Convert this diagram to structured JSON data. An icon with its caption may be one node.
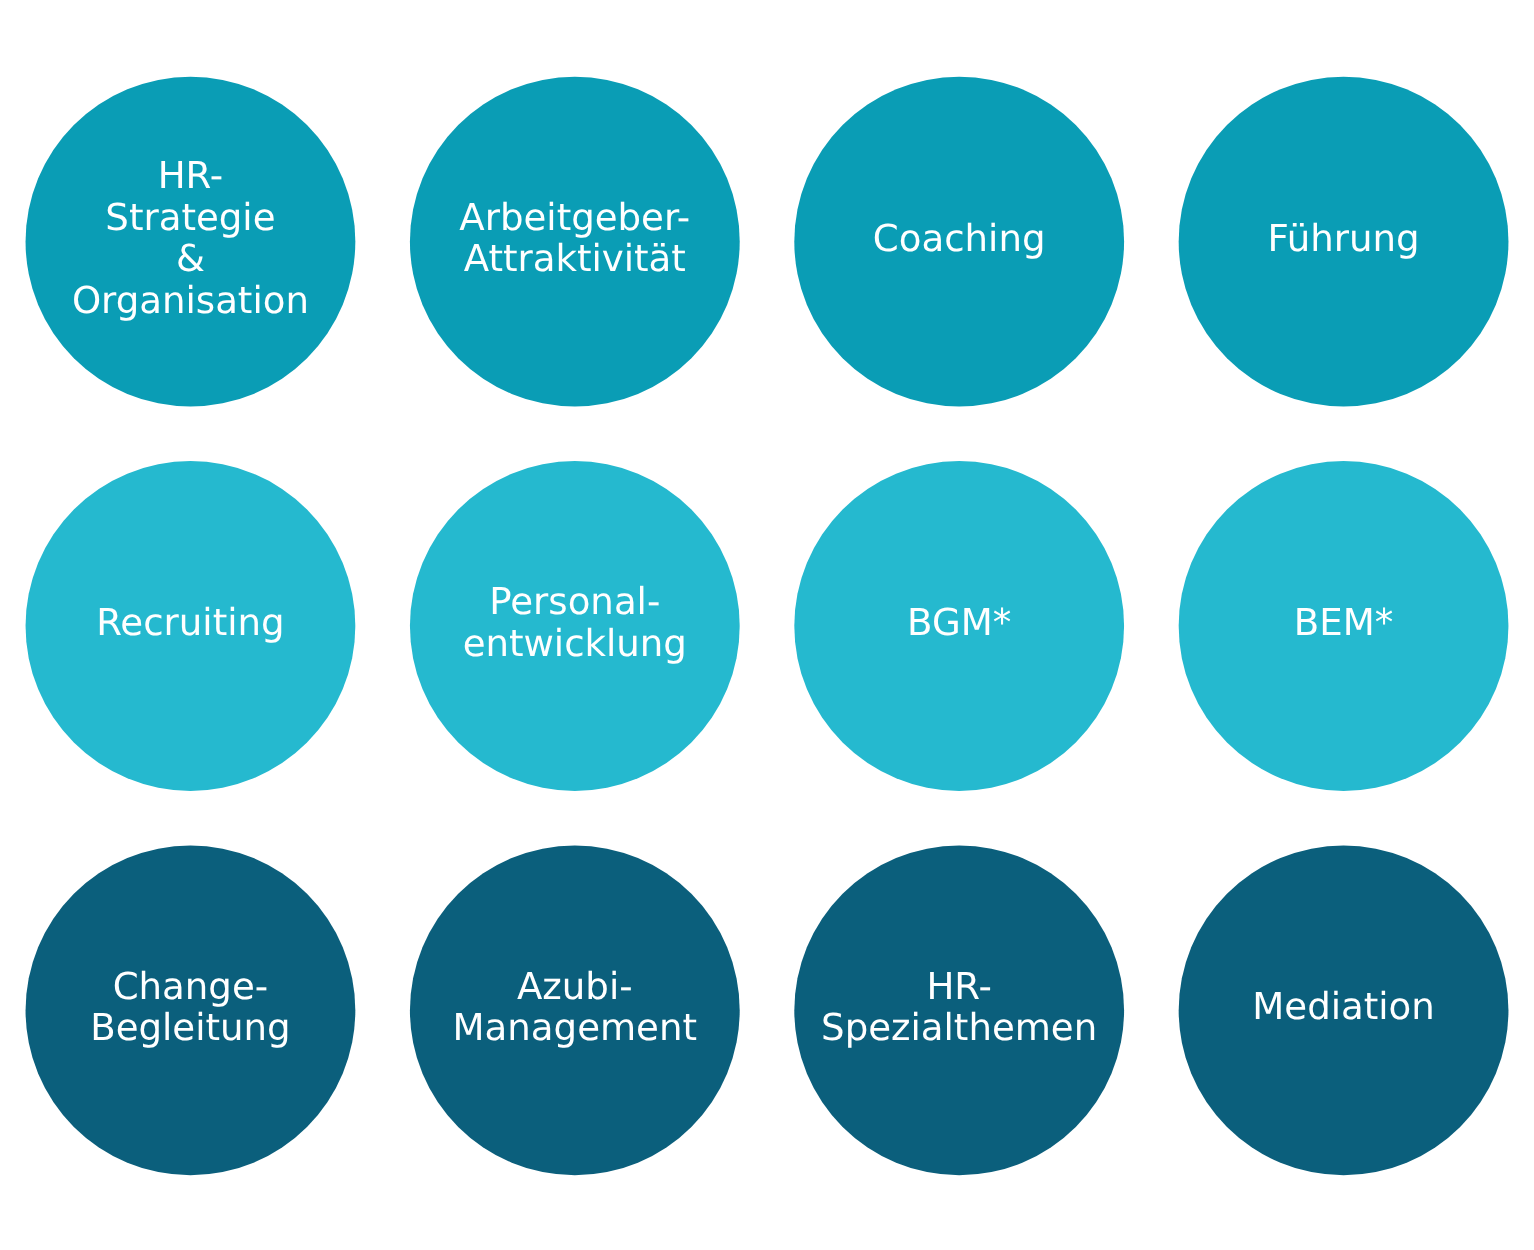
{
  "diagram": {
    "nodes": [
      {
        "text": [
          "HR- Strategie & Organisation"
        ]
      },
      {
        "text": [
          "Arbeitgeber- Attraktivität"
        ]
      },
      {
        "text": [
          "Coaching"
        ]
      },
      {
        "text": [
          "Führung"
        ]
      },
      {
        "text": [
          "Recruiting"
        ]
      },
      {
        "text": [
          "Personal- entwicklung"
        ]
      },
      {
        "text": [
          "BGM*"
        ]
      },
      {
        "text": [
          "BEM*"
        ]
      },
      {
        "text": [
          "Change- Begleitung"
        ]
      },
      {
        "text": [
          "Azubi- Management"
        ]
      },
      {
        "text": [
          "HR- Spezialthemen"
        ]
      },
      {
        "text": [
          "Mediation"
        ]
      }
    ]
  }
}
